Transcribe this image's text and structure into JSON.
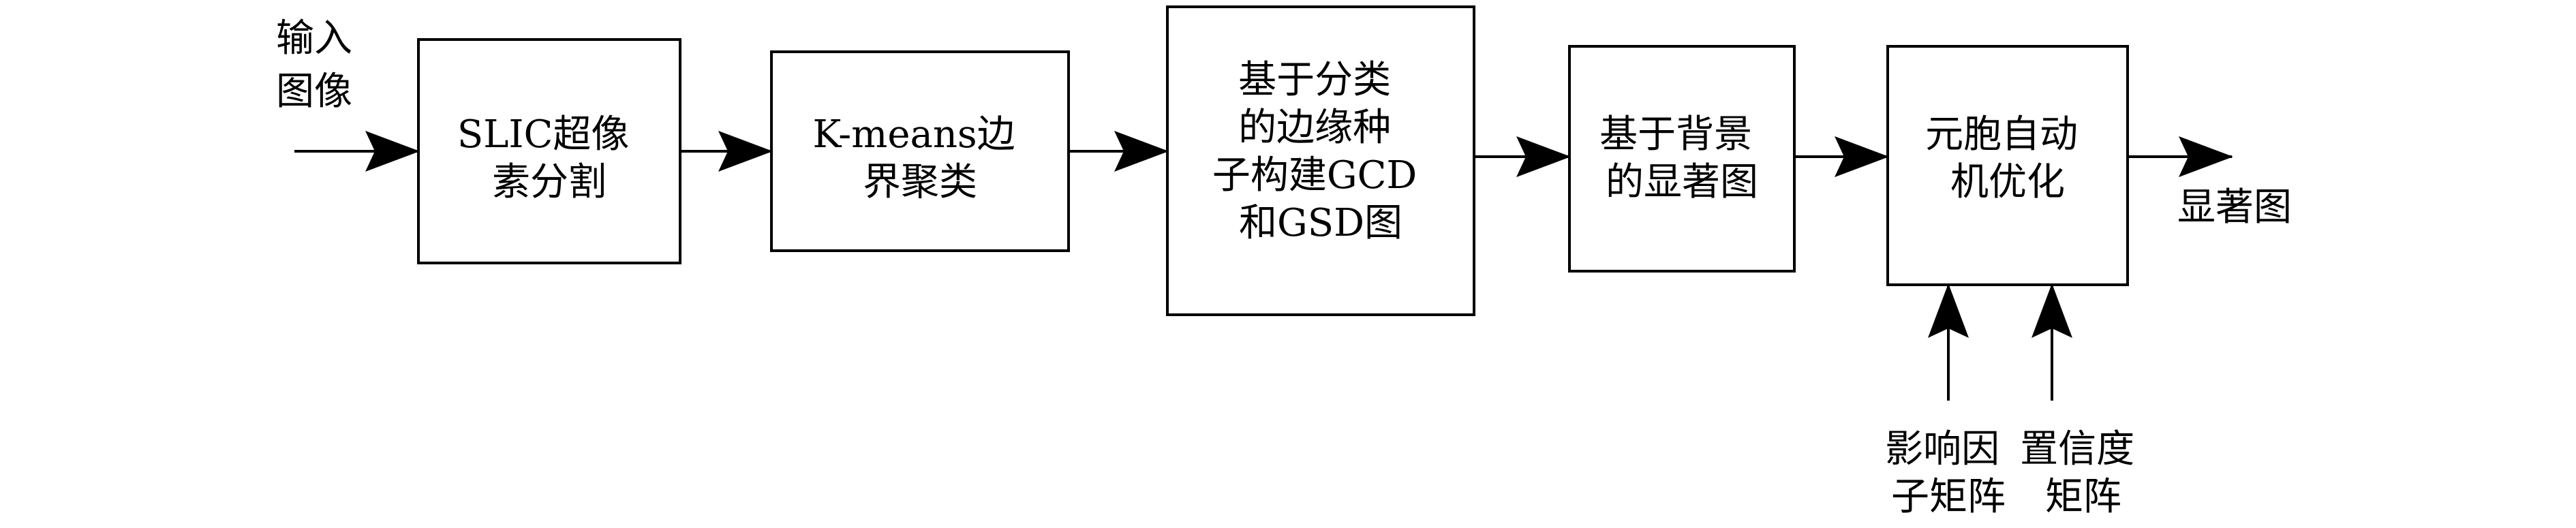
{
  "diagram": {
    "input_label": [
      "输入",
      "图像"
    ],
    "output_label": "显著图",
    "steps": [
      {
        "lines": [
          "SLIC超像",
          "素分割"
        ]
      },
      {
        "lines": [
          "K-means边",
          "界聚类"
        ]
      },
      {
        "lines": [
          "基于分类",
          "的边缘种",
          "子构建GCD",
          "和GSD图"
        ]
      },
      {
        "lines": [
          "基于背景",
          "的显著图"
        ]
      },
      {
        "lines": [
          "元胞自动",
          "机优化"
        ]
      }
    ],
    "side_inputs": [
      {
        "lines": [
          "影响因",
          "子矩阵"
        ]
      },
      {
        "lines": [
          "置信度",
          "矩阵"
        ]
      }
    ]
  }
}
